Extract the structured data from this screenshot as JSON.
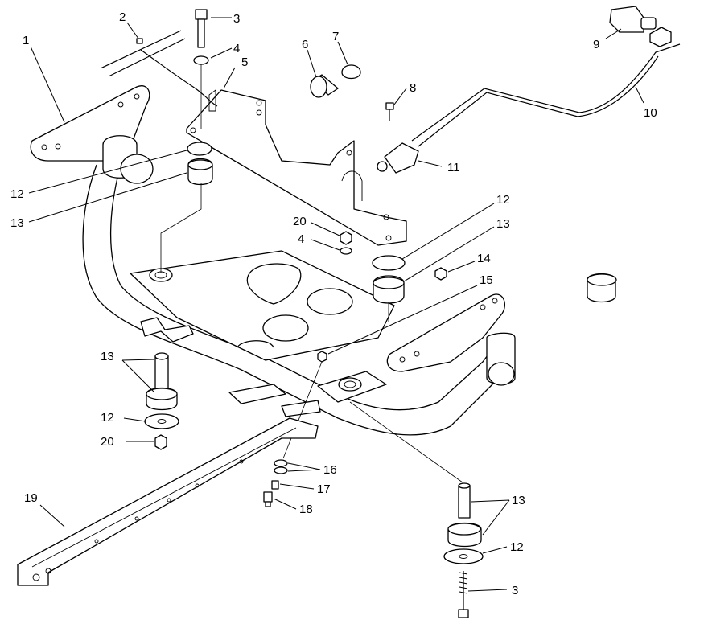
{
  "callouts": {
    "c1": "1",
    "c2": "2",
    "c3a": "3",
    "c4a": "4",
    "c5": "5",
    "c6": "6",
    "c7": "7",
    "c8": "8",
    "c9": "9",
    "c10": "10",
    "c11": "11",
    "c12a": "12",
    "c13a": "13",
    "c20a": "20",
    "c4b": "4",
    "c12b": "12",
    "c13b": "13",
    "c14": "14",
    "c15": "15",
    "c13c": "13",
    "c12c": "12",
    "c20b": "20",
    "c16": "16",
    "c17": "17",
    "c18": "18",
    "c19": "19",
    "c13d": "13",
    "c12d": "12",
    "c3b": "3"
  }
}
